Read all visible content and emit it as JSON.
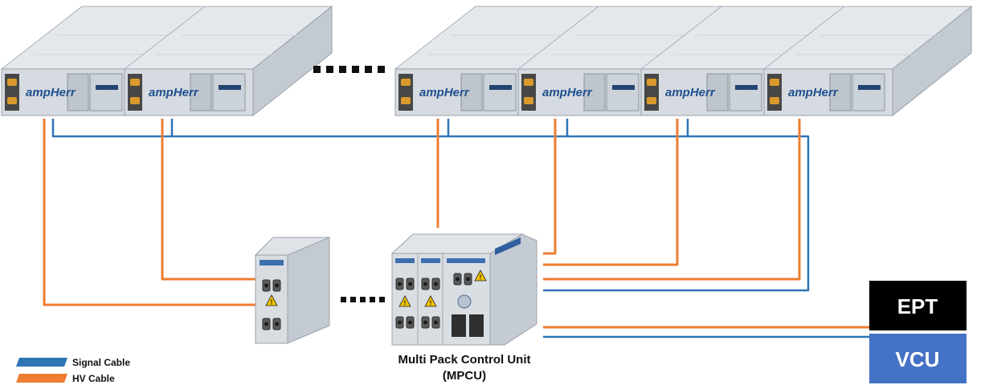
{
  "battery_pack": {
    "brand": "ampHerr"
  },
  "mpcu": {
    "label_line1": "Multi Pack Control Unit",
    "label_line2": "(MPCU)"
  },
  "boxes": {
    "ept": {
      "label": "EPT",
      "color": "#000000"
    },
    "vcu": {
      "label": "VCU",
      "color": "#4472c4"
    }
  },
  "legend": {
    "signal": {
      "label": "Signal Cable",
      "color": "#2e75b6"
    },
    "hv": {
      "label": "HV Cable",
      "color": "#ed7d31"
    }
  }
}
